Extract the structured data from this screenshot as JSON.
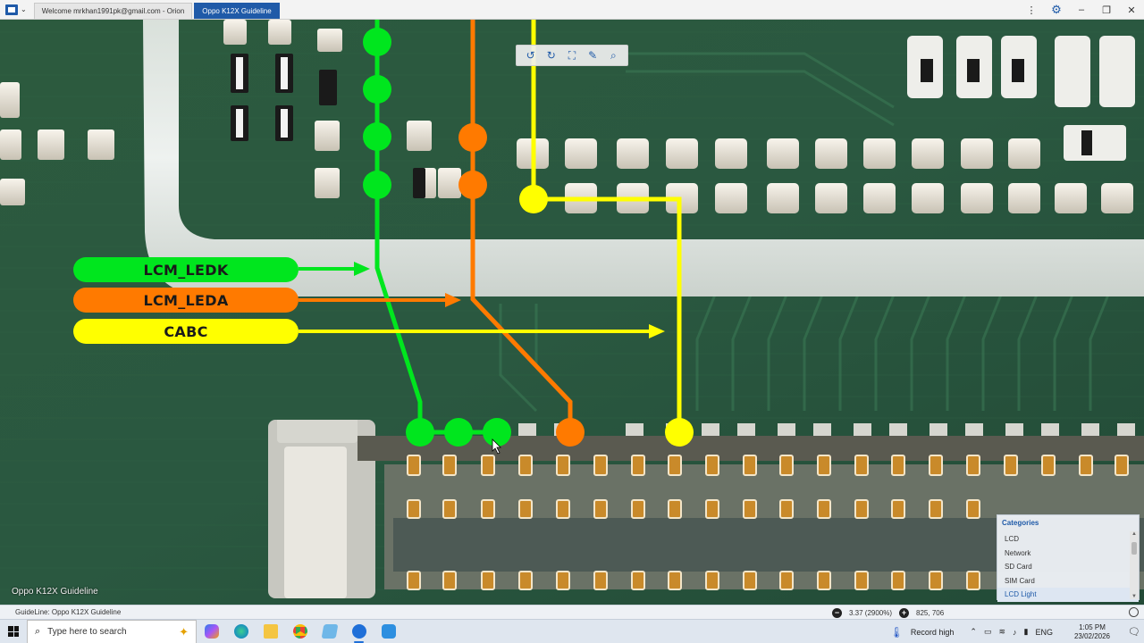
{
  "window": {
    "tabs": [
      {
        "label": "Welcome mrkhan1991pk@gmail.com - Orion",
        "active": false
      },
      {
        "label": "Oppo K12X Guideline",
        "active": true
      }
    ],
    "controls": {
      "menu": "⋮",
      "settings": "⚙",
      "minimize": "–",
      "restore": "❐",
      "close": "✕"
    }
  },
  "viewer_toolbar": {
    "icons": [
      "rotate-left-icon",
      "rotate-right-icon",
      "fit-screen-icon",
      "pen-icon",
      "search-icon"
    ]
  },
  "signals": [
    {
      "name": "LCM_LEDK",
      "color": "#00e61e"
    },
    {
      "name": "LCM_LEDA",
      "color": "#ff7a00"
    },
    {
      "name": "CABC",
      "color": "#ffff00"
    }
  ],
  "watermark": "Oppo K12X Guideline",
  "categories": {
    "header": "Categories",
    "items": [
      "LCD",
      "Network",
      "SD Card",
      "SIM Card",
      "LCD Light"
    ],
    "selected": "LCD Light"
  },
  "statusbar": {
    "guideline": "GuideLine: Oppo K12X Guideline",
    "zoom": "3.37 (2900%)",
    "coords": "825, 706"
  },
  "taskbar": {
    "search_placeholder": "Type here to search",
    "tray": {
      "weather": "Record high",
      "language": "ENG",
      "time": "1:05 PM",
      "date": "23/02/2026"
    }
  }
}
